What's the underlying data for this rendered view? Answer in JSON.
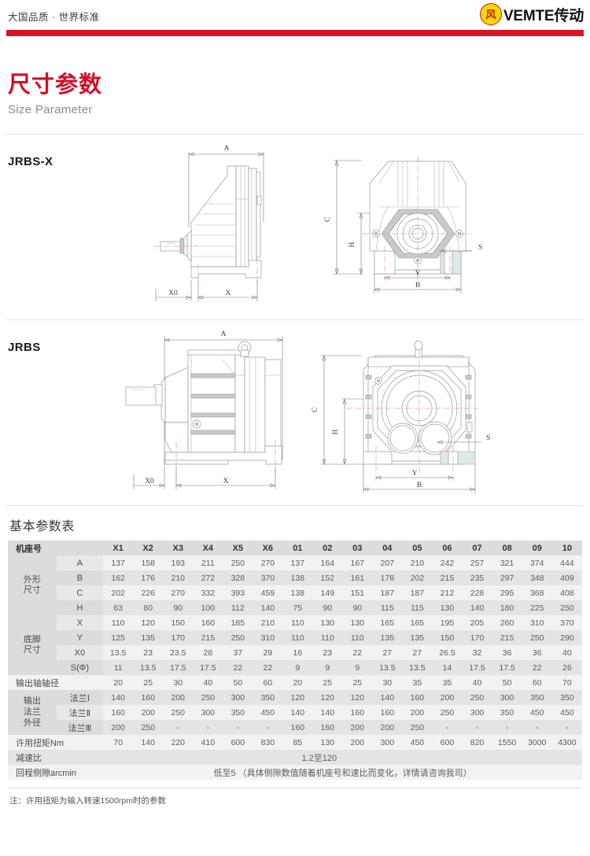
{
  "header": {
    "slogan": "大国品质 · 世界标准",
    "brand_mark_text": "风",
    "brand_name": "VEMTE传动",
    "accent_red": "#d91324",
    "brand_yellow": "#f5d800"
  },
  "titles": {
    "cn": "尺寸参数",
    "en": "Size Parameter"
  },
  "drawings": [
    {
      "label": "JRBS-X",
      "dim_labels_side": [
        "A",
        "X0",
        "X"
      ],
      "dim_labels_front": [
        "C",
        "H",
        "S",
        "Y",
        "B"
      ]
    },
    {
      "label": "JRBS",
      "dim_labels_side": [
        "A",
        "X0",
        "X"
      ],
      "dim_labels_front": [
        "C",
        "H",
        "S",
        "Y",
        "B"
      ]
    }
  ],
  "table": {
    "title": "基本参数表",
    "frame_label": "机座号",
    "columns": [
      "X1",
      "X2",
      "X3",
      "X4",
      "X5",
      "X6",
      "01",
      "02",
      "03",
      "04",
      "05",
      "06",
      "07",
      "08",
      "09",
      "10"
    ],
    "groups": [
      {
        "name": "外形\n尺寸",
        "name_lines": [
          "外形",
          "尺寸"
        ],
        "rows": [
          {
            "label": "A",
            "values": [
              "137",
              "158",
              "193",
              "211",
              "250",
              "270",
              "137",
              "164",
              "167",
              "207",
              "210",
              "242",
              "257",
              "321",
              "374",
              "444"
            ]
          },
          {
            "label": "B",
            "values": [
              "162",
              "176",
              "210",
              "272",
              "328",
              "370",
              "138",
              "152",
              "161",
              "178",
              "202",
              "215",
              "235",
              "297",
              "348",
              "409"
            ]
          },
          {
            "label": "C",
            "values": [
              "202",
              "226",
              "270",
              "332",
              "393",
              "459",
              "138",
              "149",
              "151",
              "187",
              "187",
              "212",
              "228",
              "295",
              "368",
              "408"
            ]
          },
          {
            "label": "H",
            "values": [
              "63",
              "80",
              "90",
              "100",
              "112",
              "140",
              "75",
              "90",
              "90",
              "115",
              "115",
              "130",
              "140",
              "180",
              "225",
              "250"
            ]
          }
        ]
      },
      {
        "name_lines": [
          "底脚",
          "尺寸"
        ],
        "rows": [
          {
            "label": "X",
            "values": [
              "110",
              "120",
              "150",
              "160",
              "185",
              "210",
              "110",
              "130",
              "130",
              "165",
              "165",
              "195",
              "205",
              "260",
              "310",
              "370"
            ]
          },
          {
            "label": "Y",
            "values": [
              "125",
              "135",
              "170",
              "215",
              "250",
              "310",
              "110",
              "110",
              "110",
              "135",
              "135",
              "150",
              "170",
              "215",
              "250",
              "290"
            ]
          },
          {
            "label": "X0",
            "values": [
              "13.5",
              "23",
              "23.5",
              "28",
              "37",
              "29",
              "16",
              "23",
              "22",
              "27",
              "27",
              "26.5",
              "32",
              "36",
              "36",
              "40"
            ]
          },
          {
            "label": "S(Φ)",
            "values": [
              "11",
              "13.5",
              "17.5",
              "17.5",
              "22",
              "22",
              "9",
              "9",
              "9",
              "13.5",
              "13.5",
              "14",
              "17.5",
              "17.5",
              "22",
              "26"
            ]
          }
        ]
      }
    ],
    "single_rows": [
      {
        "label": "输出轴轴径",
        "values": [
          "20",
          "25",
          "30",
          "40",
          "50",
          "60",
          "20",
          "25",
          "25",
          "30",
          "35",
          "35",
          "40",
          "50",
          "60",
          "70"
        ]
      }
    ],
    "flange_group": {
      "name_lines": [
        "输出",
        "法兰",
        "外径"
      ],
      "rows": [
        {
          "label": "法兰Ⅰ",
          "values": [
            "140",
            "160",
            "200",
            "250",
            "300",
            "350",
            "120",
            "120",
            "120",
            "140",
            "160",
            "200",
            "250",
            "300",
            "350",
            "350"
          ]
        },
        {
          "label": "法兰Ⅱ",
          "values": [
            "160",
            "200",
            "250",
            "300",
            "350",
            "450",
            "140",
            "140",
            "160",
            "160",
            "200",
            "250",
            "300",
            "350",
            "450",
            "450"
          ]
        },
        {
          "label": "法兰Ⅲ",
          "values": [
            "200",
            "250",
            "-",
            "-",
            "-",
            "-",
            "160",
            "160",
            "200",
            "200",
            "250",
            "-",
            "-",
            "-",
            "-",
            "-"
          ]
        }
      ]
    },
    "torque_row": {
      "label": "许用扭矩Nm",
      "values": [
        "70",
        "140",
        "220",
        "410",
        "600",
        "830",
        "85",
        "130",
        "200",
        "300",
        "450",
        "600",
        "820",
        "1550",
        "3000",
        "4300"
      ]
    },
    "ratio_row": {
      "label": "减速比",
      "value": "1.2至120"
    },
    "backlash_row": {
      "label": "回程侧隙arcmin",
      "value": "低至5  （具体侧隙数值随着机座号和速比而变化，详情请咨询我司）"
    },
    "note": "注：许用扭矩为输入转速1500rpm时的参数"
  }
}
